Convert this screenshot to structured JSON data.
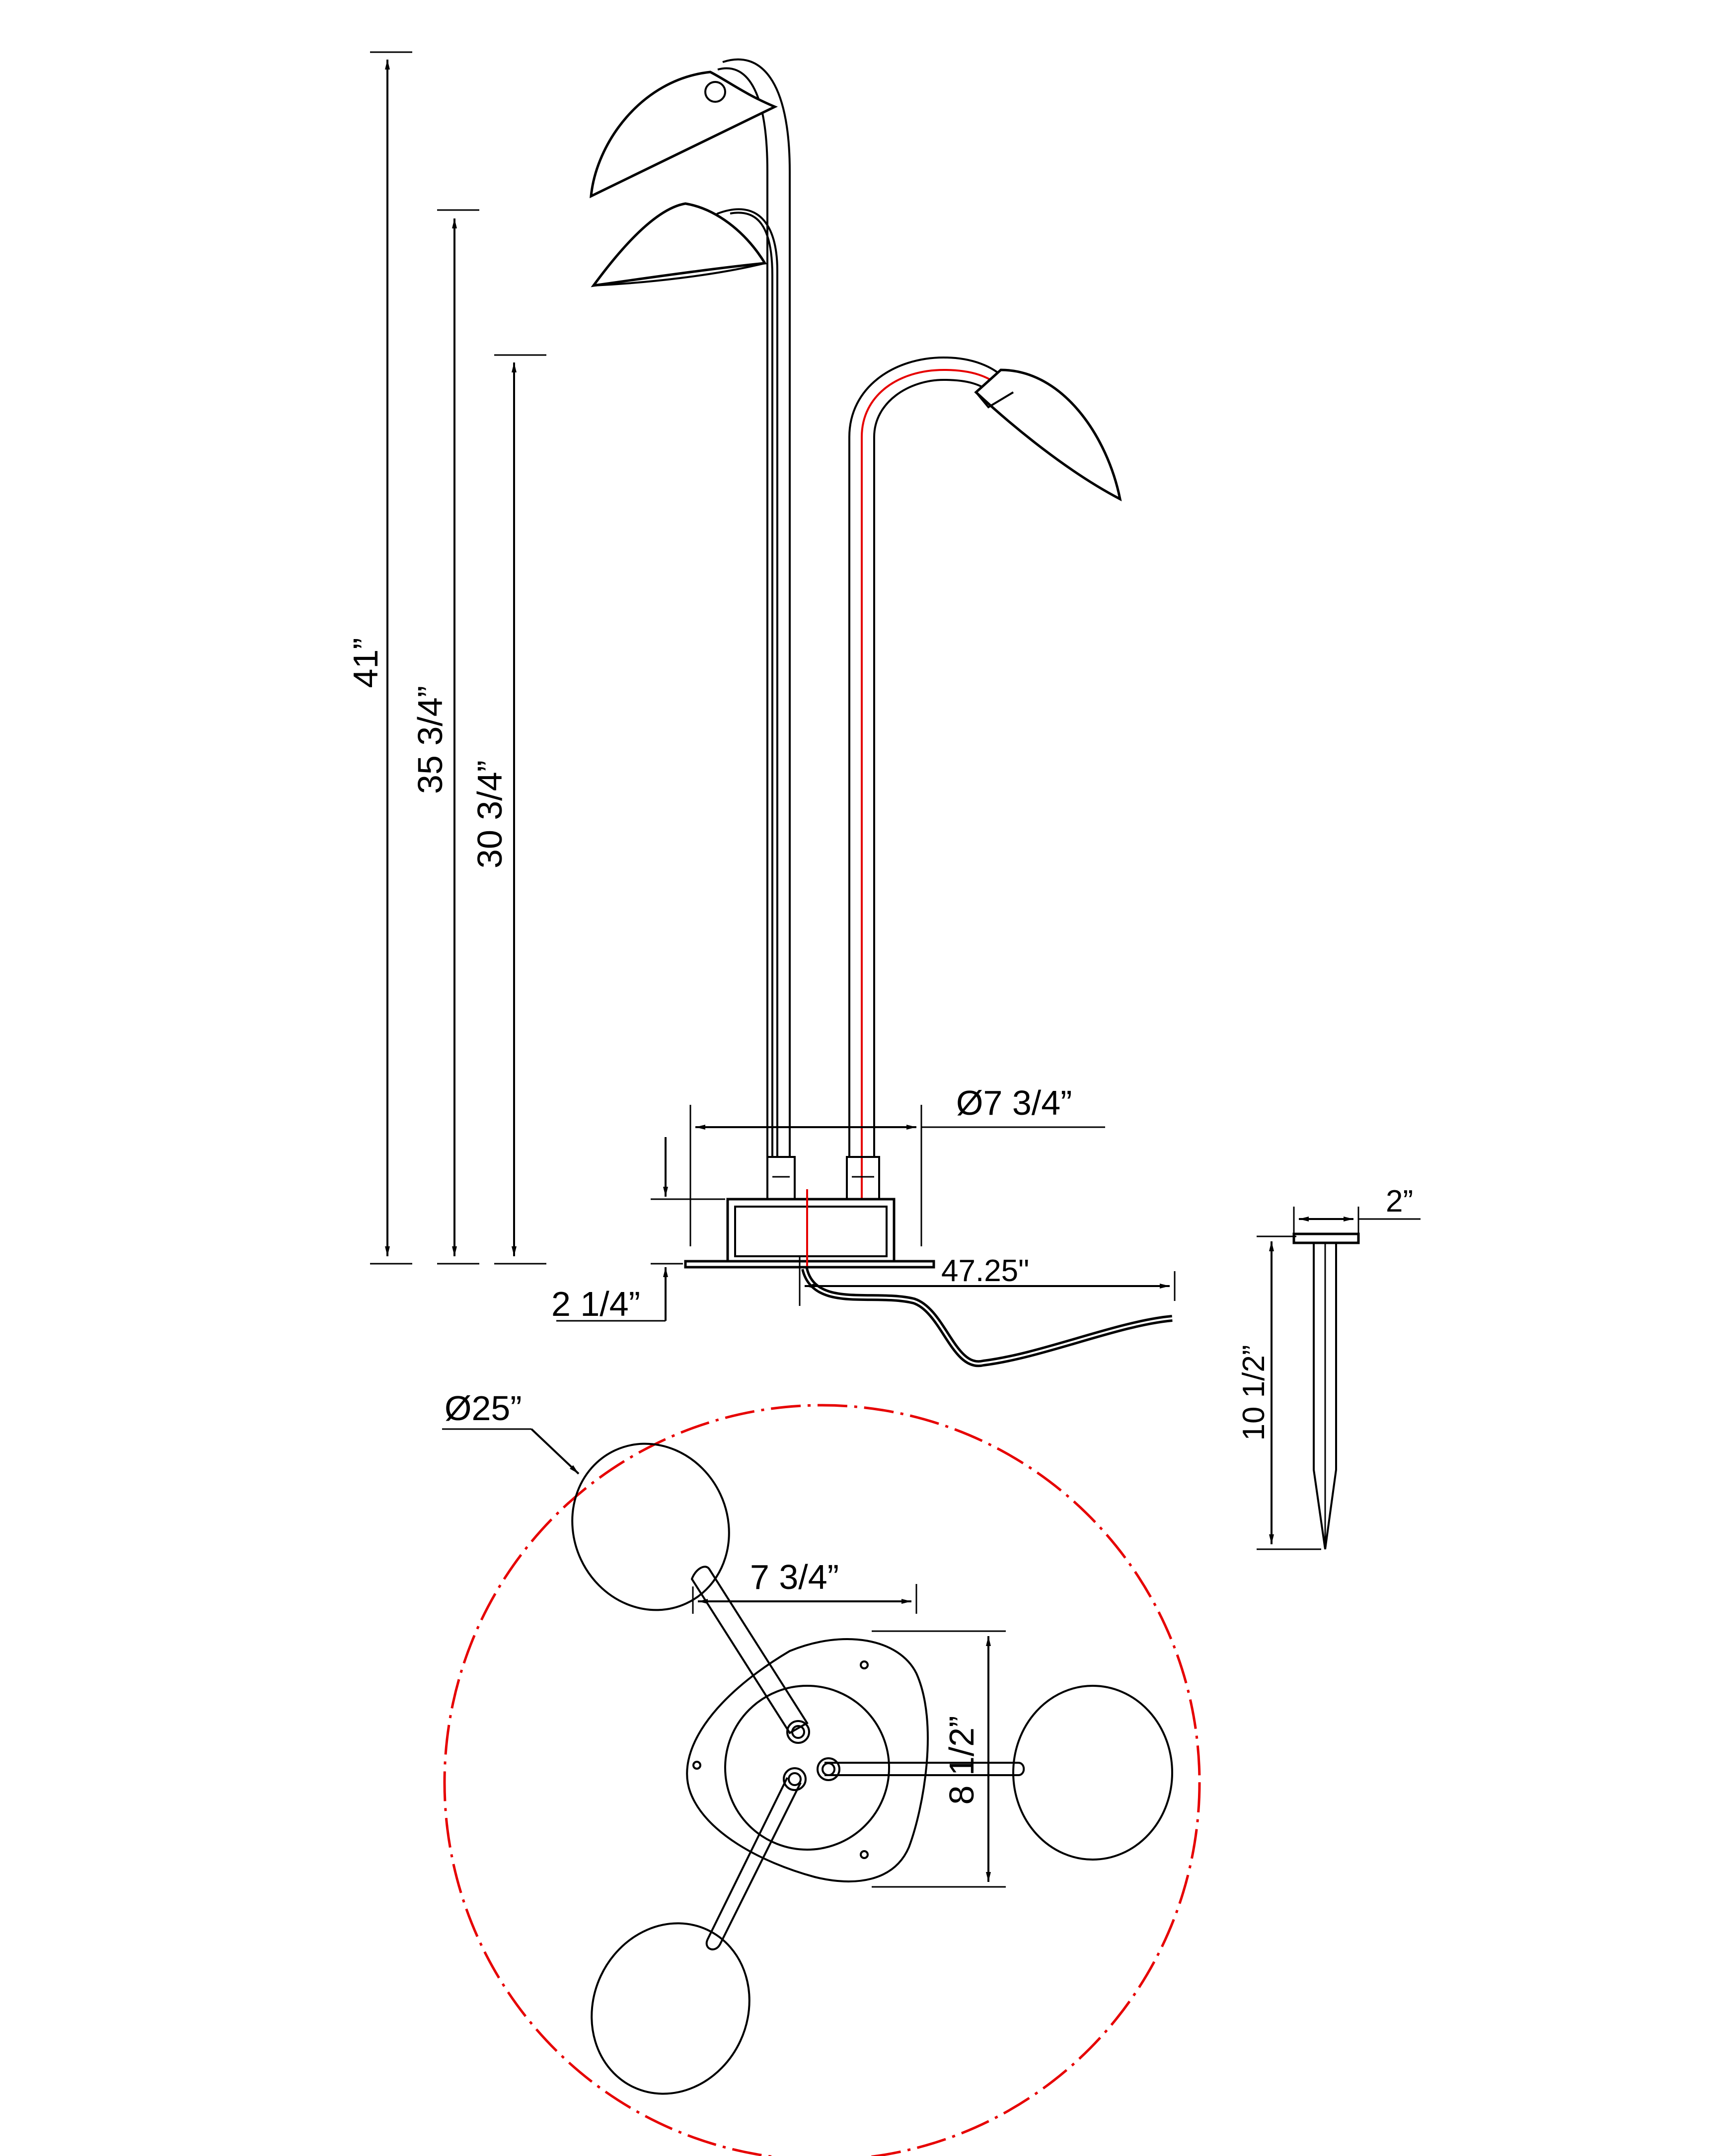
{
  "dimensions": {
    "height_total": "41”",
    "height_middle": "35 3/4”",
    "height_low": "30 3/4”",
    "base_diameter": "Ø7 3/4”",
    "base_height": "2 1/4”",
    "cord_length": "47.25\"",
    "stake_width": "2”",
    "stake_length": "10 1/2”",
    "spread_diameter": "Ø25”",
    "plan_arm_width": "7 3/4”",
    "plan_base_depth": "8 1/2”"
  },
  "colors": {
    "line": "#000000",
    "cable_centerline": "#e60000",
    "spread_circle": "#e60000"
  }
}
